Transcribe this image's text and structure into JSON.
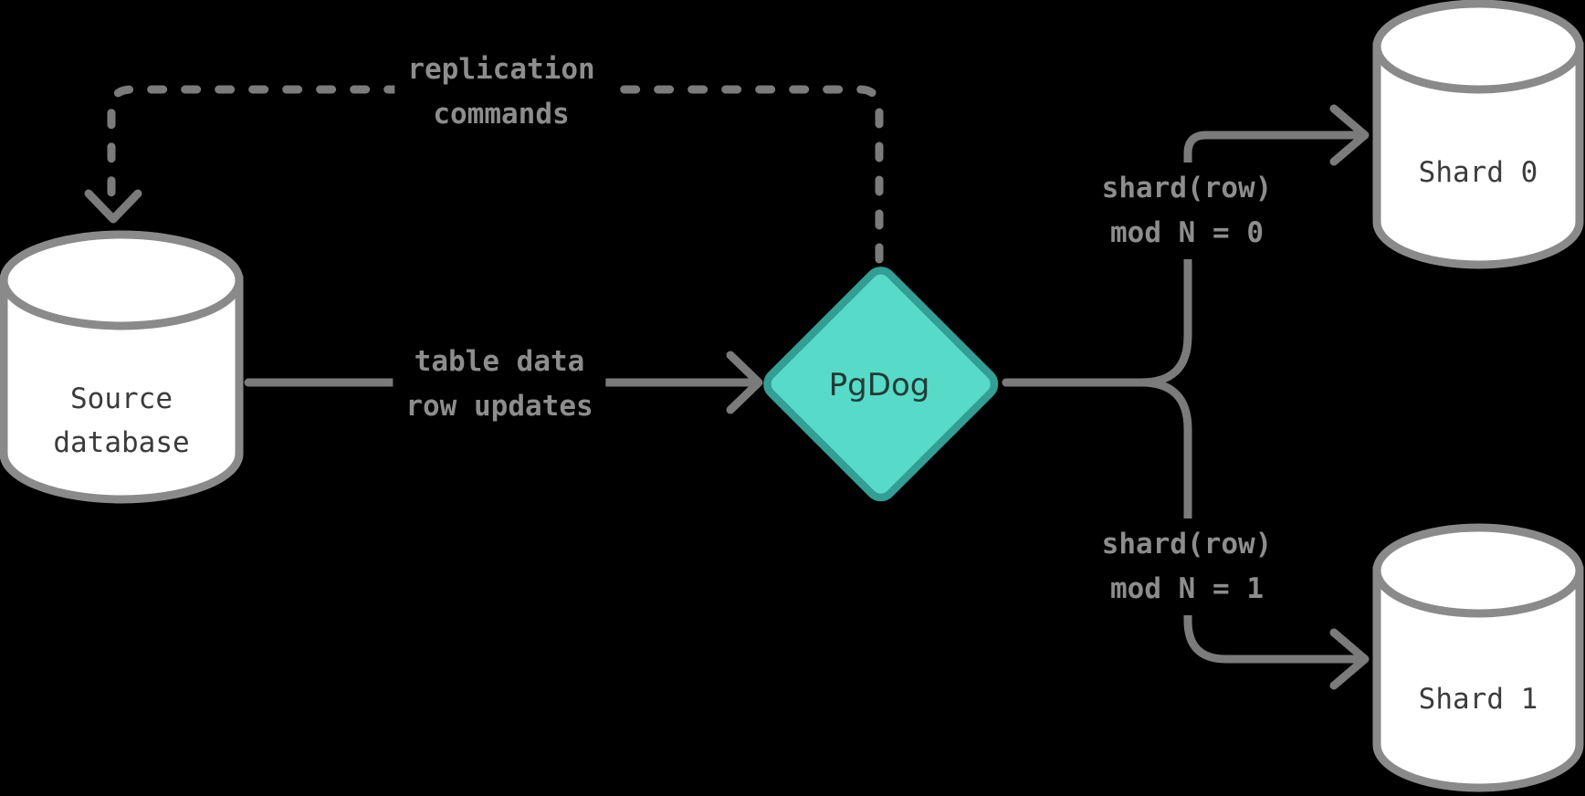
{
  "colors": {
    "background": "#000000",
    "line": "#7b7b7b",
    "cylinder_stroke": "#8a8a8a",
    "cylinder_fill": "#ffffff",
    "edge_label": "#8d8d8d",
    "node_label": "#3b3b3b",
    "diamond_fill": "#57dac8",
    "diamond_stroke": "#339e94",
    "diamond_label": "#223b37"
  },
  "nodes": {
    "source": {
      "line1": "Source",
      "line2": "database",
      "shape": "cylinder"
    },
    "pgdog": {
      "label": "PgDog",
      "shape": "diamond"
    },
    "shard0": {
      "label": "Shard 0",
      "shape": "cylinder"
    },
    "shard1": {
      "label": "Shard 1",
      "shape": "cylinder"
    }
  },
  "edges": {
    "replication": {
      "line1": "replication",
      "line2": "commands",
      "style": "dashed",
      "from": "pgdog",
      "to": "source"
    },
    "table_updates": {
      "line1": "table data",
      "line2": "row updates",
      "style": "solid",
      "from": "source",
      "to": "pgdog"
    },
    "to_shard0": {
      "line1": "shard(row)",
      "line2": "mod N = 0",
      "style": "solid",
      "from": "pgdog",
      "to": "shard0"
    },
    "to_shard1": {
      "line1": "shard(row)",
      "line2": "mod N = 1",
      "style": "solid",
      "from": "pgdog",
      "to": "shard1"
    }
  }
}
